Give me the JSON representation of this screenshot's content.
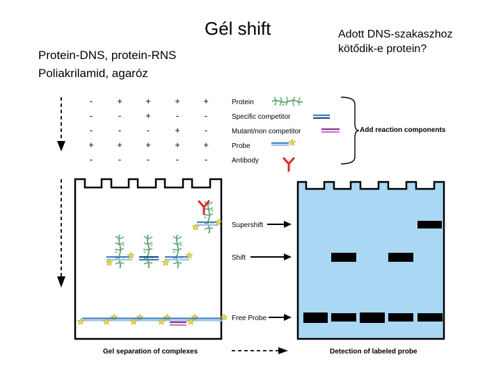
{
  "slide": {
    "title": "Gél shift",
    "subtitle_lines": [
      "Protein-DNS, protein-RNS",
      "Poliakrilamid, agaróz"
    ],
    "question_lines": [
      "Adott DNS-szakaszhoz",
      "kötődik-e protein?"
    ]
  },
  "reaction_table": {
    "rows": [
      {
        "label": "Protein",
        "signs": [
          "-",
          "+",
          "+",
          "+",
          "+",
          "+"
        ]
      },
      {
        "label": "Specific competitor",
        "signs": [
          "-",
          "-",
          "+",
          "-",
          "-",
          "-"
        ]
      },
      {
        "label": "Mutant/non competitor",
        "signs": [
          "-",
          "-",
          "-",
          "+",
          "-",
          "-"
        ]
      },
      {
        "label": "Probe",
        "signs": [
          "+",
          "+",
          "+",
          "+",
          "+",
          "+"
        ]
      },
      {
        "label": "Antibody",
        "signs": [
          "-",
          "-",
          "-",
          "-",
          "-",
          "+"
        ]
      }
    ],
    "brace_label": "Add reaction components"
  },
  "gel_labels": {
    "supershift": "Supershift",
    "shift": "Shift",
    "free_probe": "Free Probe"
  },
  "bottom_labels": {
    "left": "Gel separation of complexes",
    "right": "Detection of labeled probe"
  },
  "colors": {
    "gel_blue": "#a9d7f4",
    "band": "#000000",
    "dna_blue": "#3d7fc0",
    "dna_purple": "#8a2f8a",
    "protein_green": "#5aa36b",
    "star_yellow": "#e8d84a",
    "antibody_red": "#d82a2a"
  }
}
